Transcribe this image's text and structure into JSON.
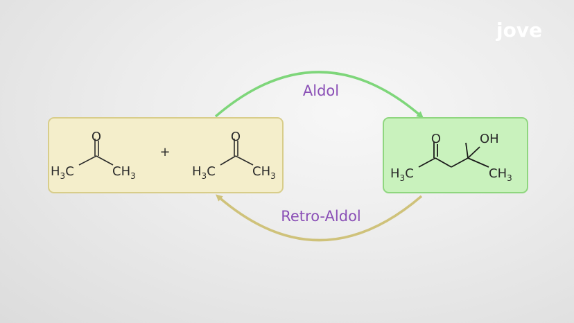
{
  "logo": {
    "text": "jove"
  },
  "arrows": {
    "forward_label": "Aldol",
    "reverse_label": "Retro-Aldol",
    "forward_color": "#7ed67a",
    "reverse_color": "#cfc27a",
    "label_color": "#8a4fb6"
  },
  "reactants": {
    "box_fill": "#f4eecb",
    "box_stroke": "#d8cd8a",
    "plus": "+",
    "molecules": [
      {
        "o": "O",
        "left_h": "H",
        "left_sub": "3",
        "left_c": "C",
        "right_c": "CH",
        "right_sub": "3"
      },
      {
        "o": "O",
        "left_h": "H",
        "left_sub": "3",
        "left_c": "C",
        "right_c": "CH",
        "right_sub": "3"
      }
    ]
  },
  "product": {
    "box_fill": "#c9f2bd",
    "box_stroke": "#8fd67f",
    "o": "O",
    "oh": "OH",
    "left_h": "H",
    "left_sub": "3",
    "left_c": "C",
    "right_c": "CH",
    "right_sub": "3"
  }
}
